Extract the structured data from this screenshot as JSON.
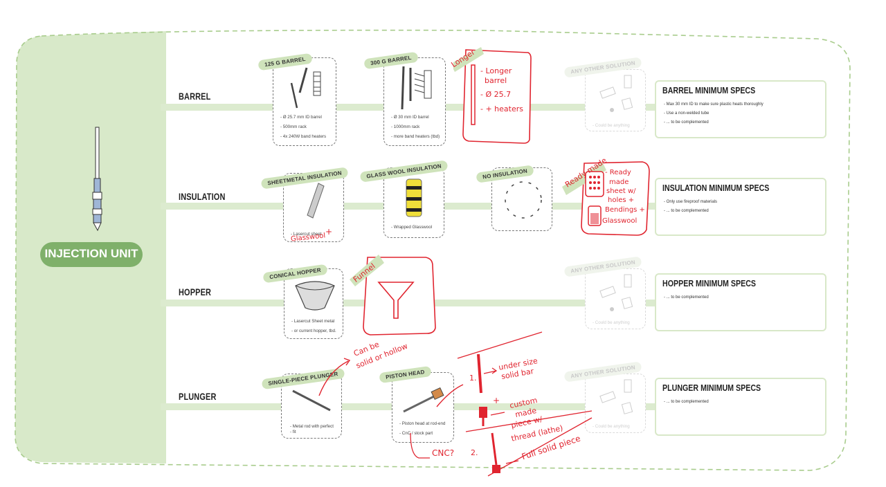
{
  "sidebar": {
    "title": "INJECTION UNIT"
  },
  "rows": {
    "barrel": {
      "label": "BARREL"
    },
    "insulation": {
      "label": "INSULATION"
    },
    "hopper": {
      "label": "HOPPER"
    },
    "plunger": {
      "label": "PLUNGER"
    }
  },
  "cards": {
    "barrel_125": {
      "tag": "125 G BARREL",
      "bullets": [
        "Ø 25.7 mm ID barrel",
        "500mm rack",
        "4x 240W band heaters"
      ]
    },
    "barrel_300": {
      "tag": "300 G BARREL",
      "bullets": [
        "Ø 30 mm ID barrel",
        "1000mm rack",
        "more band heaters (tbd)"
      ]
    },
    "barrel_other": {
      "tag": "ANY OTHER SOLUTION",
      "note": "Could be anything"
    },
    "ins_sheet": {
      "tag": "SHEETMETAL INSULATION",
      "bullets": [
        "Lasercut sheet"
      ]
    },
    "ins_glass": {
      "tag": "GLASS WOOL INSULATION",
      "bullets": [
        "Wrapped Glasswool"
      ]
    },
    "ins_none": {
      "tag": "NO INSULATION"
    },
    "hopper_conical": {
      "tag": "CONICAL HOPPER",
      "bullets": [
        "Lasercut Sheet metal",
        "or current hopper, tbd."
      ]
    },
    "hopper_other": {
      "tag": "ANY OTHER SOLUTION",
      "note": "Could be anything"
    },
    "plunger_single": {
      "tag": "SINGLE-PIECE PLUNGER",
      "bullets": [
        "Metal rod with perfect",
        "fit"
      ]
    },
    "plunger_piston": {
      "tag": "PISTON HEAD",
      "bullets": [
        "Piston head at rod-end",
        "CnC / stock part"
      ]
    },
    "plunger_other": {
      "tag": "ANY OTHER SOLUTION",
      "note": "Could be anything"
    }
  },
  "specs": {
    "barrel": {
      "title": "BARREL MINIMUM SPECS",
      "items": [
        "Max 30 mm ID to make sure plastic heats thoroughly",
        "Use a non-welded tube",
        "... to be complemented"
      ]
    },
    "insulation": {
      "title": "INSULATION MINIMUM SPECS",
      "items": [
        "Only use fireproof materials",
        "... to be complemented"
      ]
    },
    "hopper": {
      "title": "HOPPER MINIMUM SPECS",
      "items": [
        "... to be complemented"
      ]
    },
    "plunger": {
      "title": "PLUNGER MINIMUM SPECS",
      "items": [
        "... to be complemented"
      ]
    }
  },
  "annotations": {
    "longer_tag": "Longer",
    "longer_lines": [
      "- Longer",
      "barrel",
      "- Ø 25.7",
      "- + heaters"
    ],
    "readymade_tag": "Ready made",
    "readymade_lines": [
      "- Ready",
      "made",
      "sheet w/",
      "holes +",
      "Bendings +",
      "Glasswool"
    ],
    "sheet_plus": "+",
    "sheet_glasswool": "Glasswool",
    "funnel_tag": "Funnel",
    "solid_hollow": [
      "Can be",
      "solid or hollow"
    ],
    "cnc": "CNC?",
    "opt1_num": "1.",
    "opt1_text": [
      "under size",
      "solid bar"
    ],
    "plus": "+",
    "custom": [
      "custom",
      "made",
      "piece w/",
      "thread (lathe)"
    ],
    "opt2_num": "2.",
    "opt2_text": "Full solid piece"
  },
  "colors": {
    "sidebar": "#d8e9c9",
    "line": "#d9e8cb",
    "accent": "#e0242f",
    "tag": "#cfe3bb"
  }
}
